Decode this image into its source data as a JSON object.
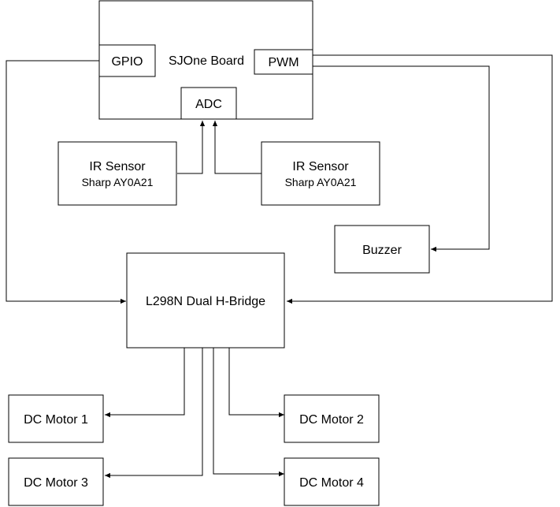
{
  "board": {
    "label": "SJOne Board",
    "gpio": "GPIO",
    "pwm": "PWM",
    "adc": "ADC"
  },
  "ir_left": {
    "title": "IR Sensor",
    "model": "Sharp AY0A21"
  },
  "ir_right": {
    "title": "IR Sensor",
    "model": "Sharp AY0A21"
  },
  "buzzer": {
    "label": "Buzzer"
  },
  "hbridge": {
    "label": "L298N Dual H-Bridge"
  },
  "motors": {
    "m1": "DC Motor 1",
    "m2": "DC Motor 2",
    "m3": "DC Motor 3",
    "m4": "DC Motor 4"
  }
}
